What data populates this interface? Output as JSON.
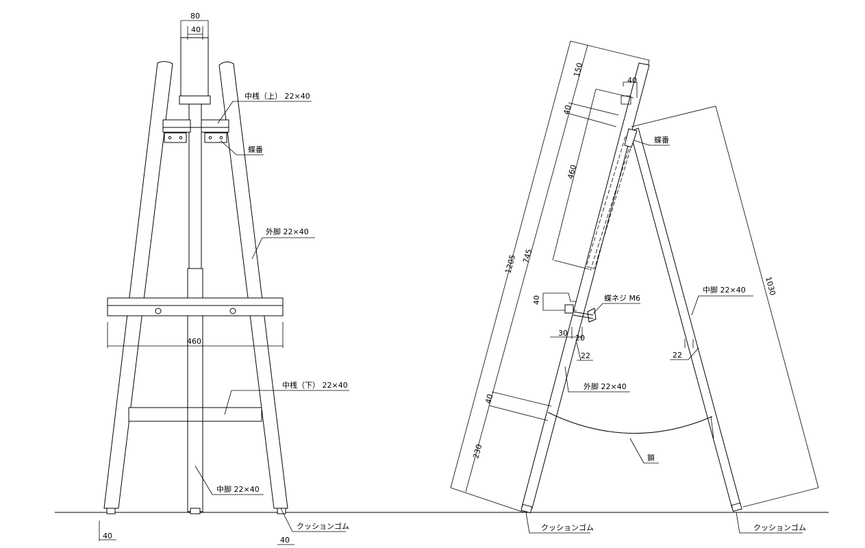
{
  "front_view": {
    "dim_top_outer": "80",
    "dim_top_inner": "40",
    "label_upper_crossbar": "中桟（上） 22×40",
    "label_hinge": "蝶番",
    "label_outer_leg": "外脚 22×40",
    "dim_tray_width": "460",
    "label_lower_crossbar": "中桟（下） 22×40",
    "label_middle_leg": "中脚 22×40",
    "label_cushion": "クッションゴム",
    "dim_leg_left": "40",
    "dim_leg_right": "40"
  },
  "side_view": {
    "dim_150": "150",
    "dim_40_top": "40",
    "dim_40_a": "40",
    "dim_460": "460",
    "dim_745": "745",
    "dim_1205": "1205",
    "dim_40_b": "40",
    "dim_230": "230",
    "label_hinge": "蝶番",
    "dim_40_screw": "40",
    "label_wing_screw": "蝶ネジ M6",
    "dim_30": "30",
    "dim_20": "20",
    "dim_22_a": "22",
    "label_outer_leg": "外脚 22×40",
    "label_middle_leg": "中脚 22×40",
    "dim_22_b": "22",
    "dim_1030": "1030",
    "label_chain": "鎖",
    "label_cushion_left": "クッションゴム",
    "label_cushion_right": "クッションゴム"
  }
}
